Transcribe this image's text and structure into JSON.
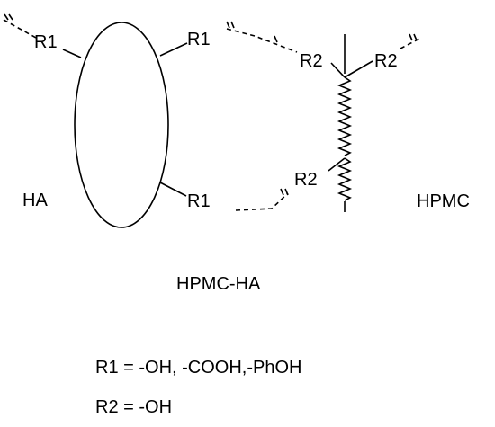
{
  "diagram": {
    "labels": {
      "r1_top_left": "R1",
      "r1_top_right": "R1",
      "r1_bottom": "R1",
      "r2_top_left": "R2",
      "r2_top_right": "R2",
      "r2_bottom": "R2",
      "ha": "HA",
      "hpmc": "HPMC",
      "conjugate": "HPMC-HA"
    },
    "legend": {
      "r1": "R1 = -OH, -COOH,-PhOH",
      "r2": "R2 = -OH"
    },
    "colors": {
      "ink": "#000000",
      "background": "#ffffff"
    }
  }
}
